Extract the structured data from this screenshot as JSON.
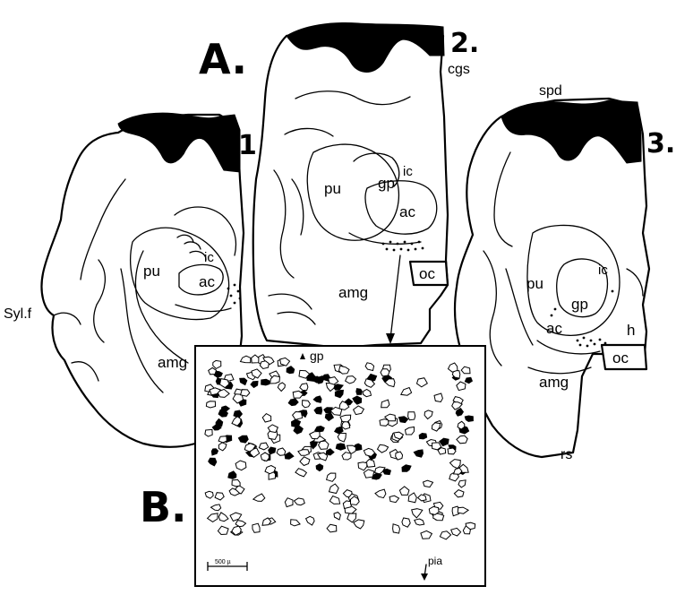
{
  "panel_labels": {
    "a": "A.",
    "b": "B."
  },
  "sections": {
    "s1": {
      "number": "1.",
      "labels": {
        "pu": "pu",
        "ic": "ic",
        "ac": "ac",
        "amg": "amg",
        "sylf": "Syl.f"
      }
    },
    "s2": {
      "number": "2.",
      "labels": {
        "cgs": "cgs",
        "pu": "pu",
        "gp": "gp",
        "ic": "ic",
        "ac": "ac",
        "amg": "amg",
        "oc": "oc"
      }
    },
    "s3": {
      "number": "3.",
      "labels": {
        "spd": "spd",
        "pu": "pu",
        "ic": "ic",
        "gp": "gp",
        "ac": "ac",
        "h": "h",
        "oc": "oc",
        "amg": "amg",
        "rs": "rs"
      }
    }
  },
  "inset": {
    "top_label": "gp",
    "bottom_label": "pia",
    "scale_label": "500 µ"
  }
}
